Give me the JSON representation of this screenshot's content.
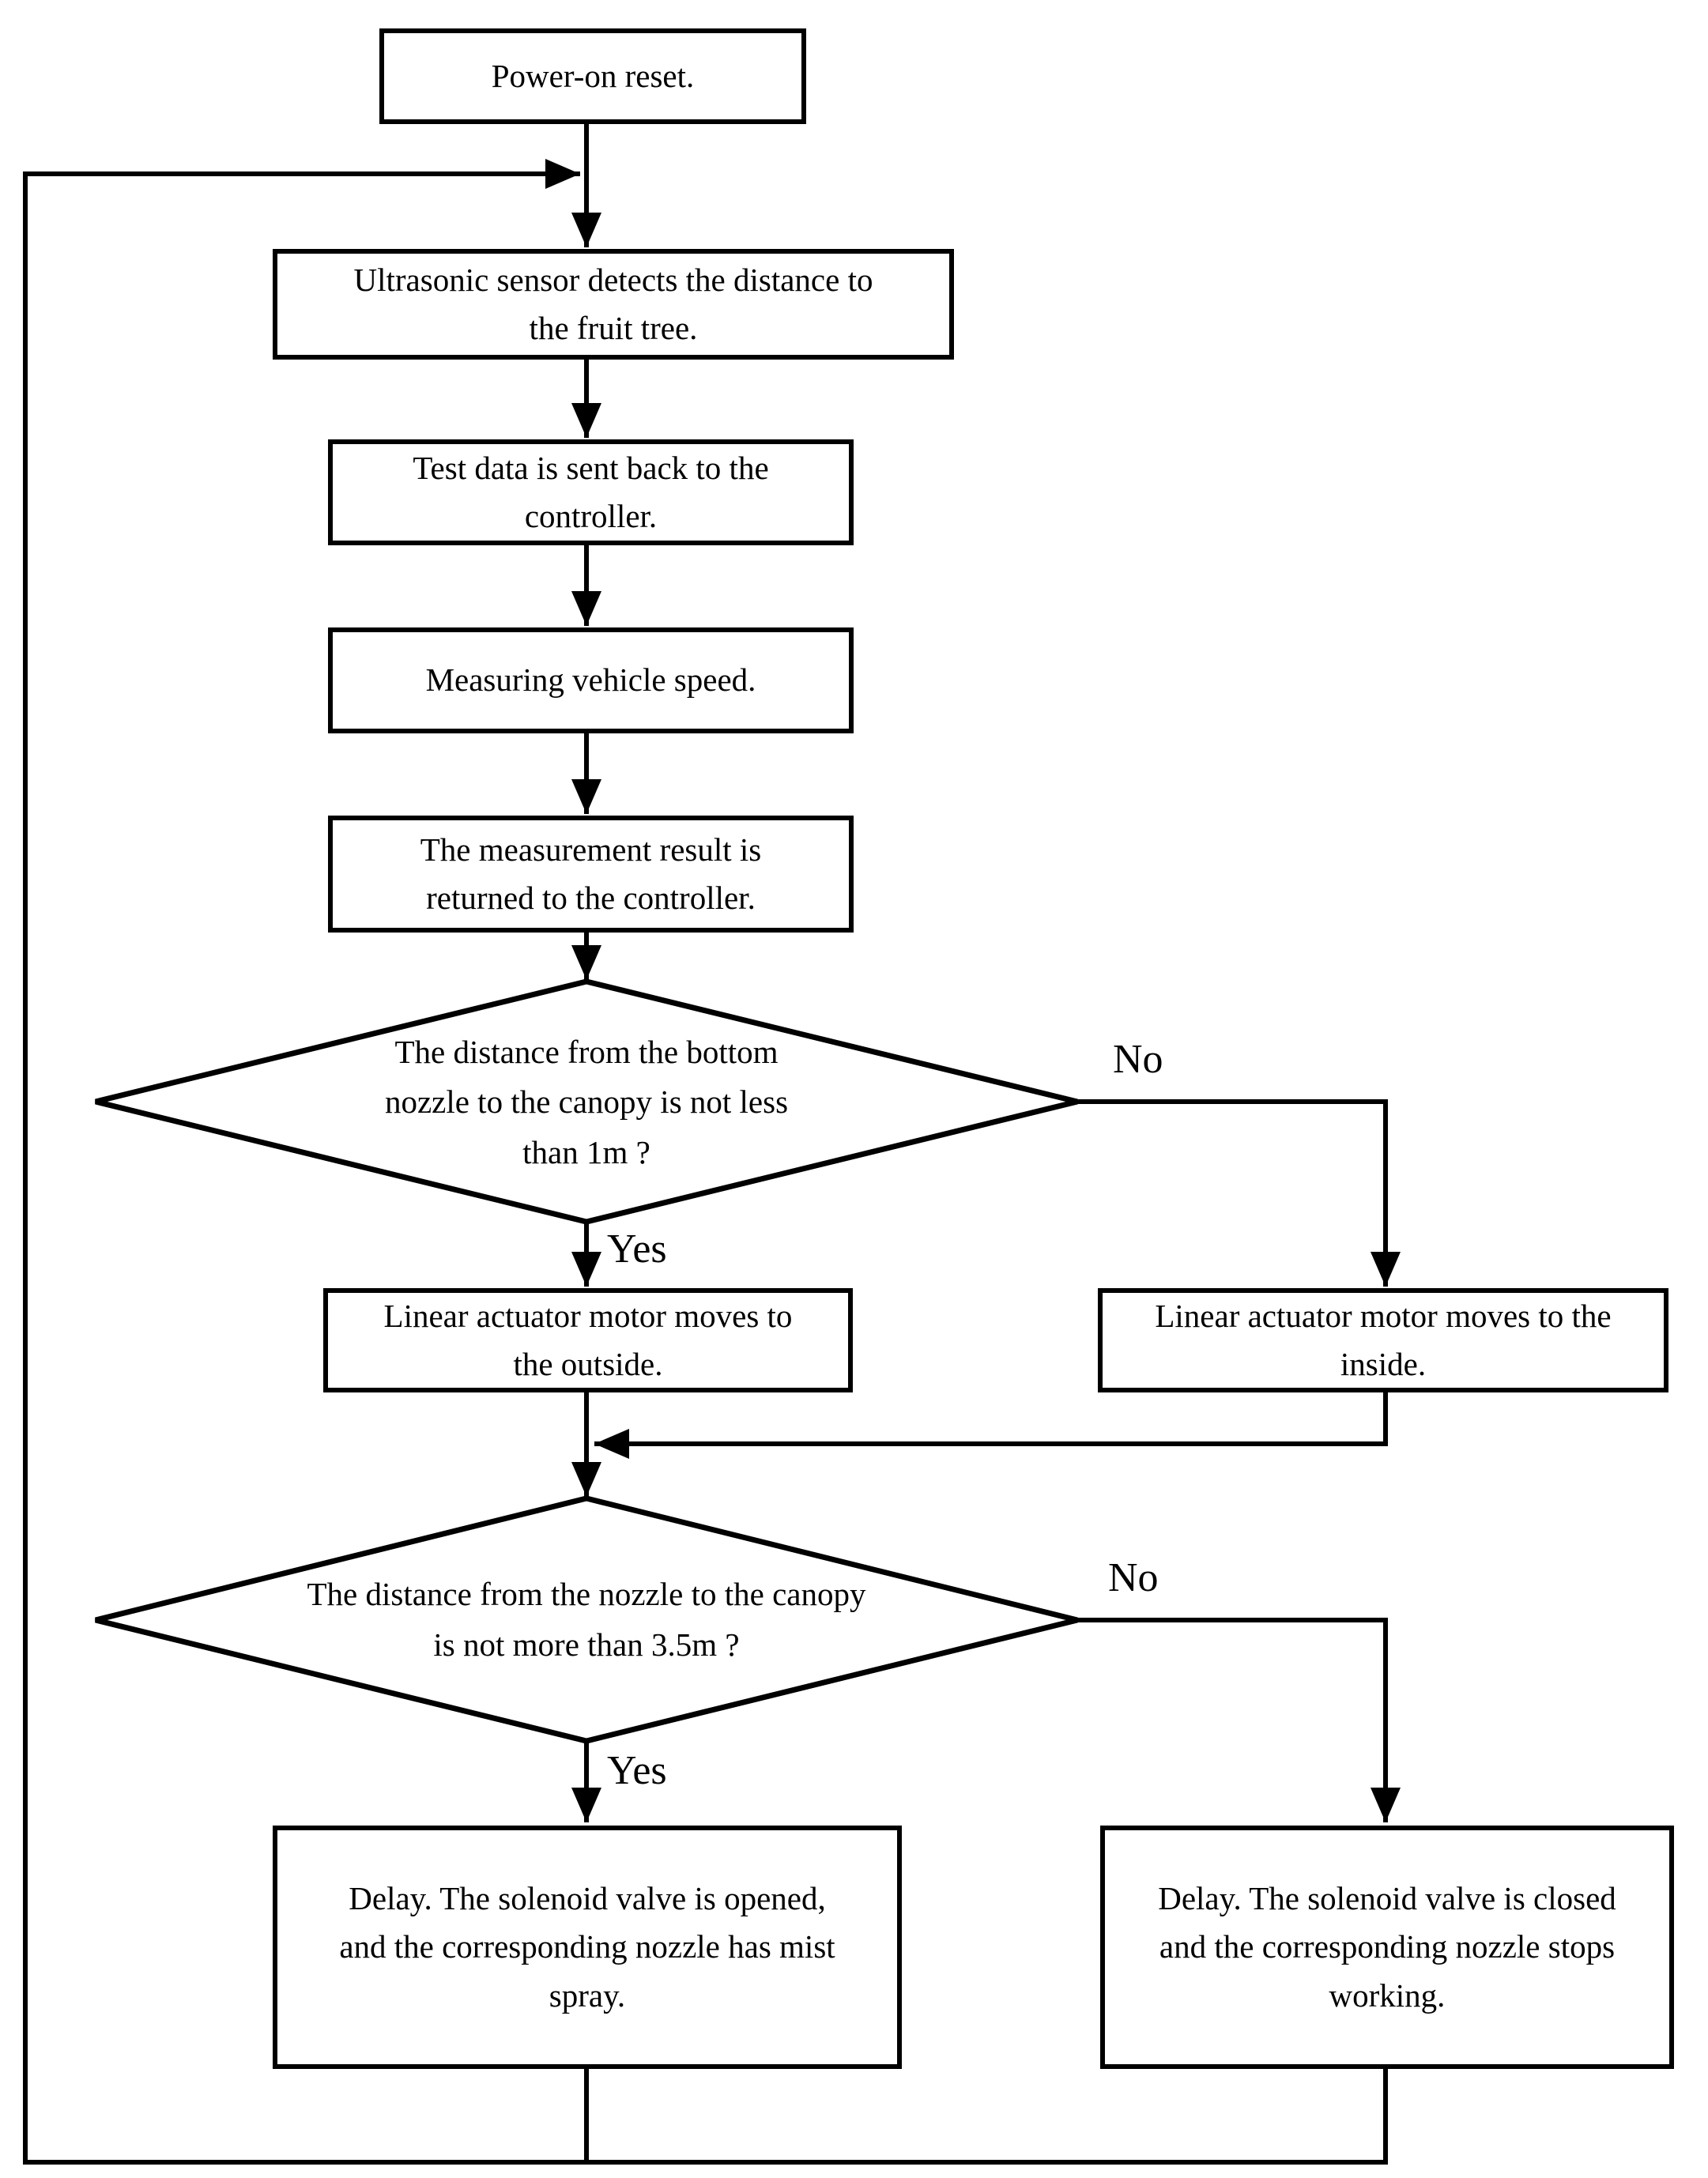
{
  "diagram": {
    "background": "#ffffff",
    "line_color": "#000000",
    "node_fill": "#ffffff",
    "nodes": {
      "start": {
        "label": "Power-on reset."
      },
      "detect": {
        "label": "Ultrasonic sensor detects the distance to\nthe fruit tree."
      },
      "send_back": {
        "label": "Test data is sent back to the\ncontroller."
      },
      "speed": {
        "label": "Measuring vehicle speed."
      },
      "result": {
        "label": "The measurement result is\nreturned to the controller."
      },
      "decision1": {
        "label": "The distance from the bottom\nnozzle to the canopy is not less\nthan 1m ?"
      },
      "outside": {
        "label": "Linear actuator motor moves to\nthe outside."
      },
      "inside": {
        "label": "Linear actuator motor moves to the\ninside."
      },
      "decision2": {
        "label": "The distance from the nozzle to the canopy\nis not more than 3.5m ?"
      },
      "valve_open": {
        "label": "Delay. The solenoid valve is opened,\nand the corresponding nozzle has mist\nspray."
      },
      "valve_close": {
        "label": "Delay. The solenoid valve is closed\nand the corresponding nozzle stops\nworking."
      }
    },
    "edge_labels": {
      "decision1_yes": "Yes",
      "decision1_no": "No",
      "decision2_yes": "Yes",
      "decision2_no": "No"
    }
  }
}
